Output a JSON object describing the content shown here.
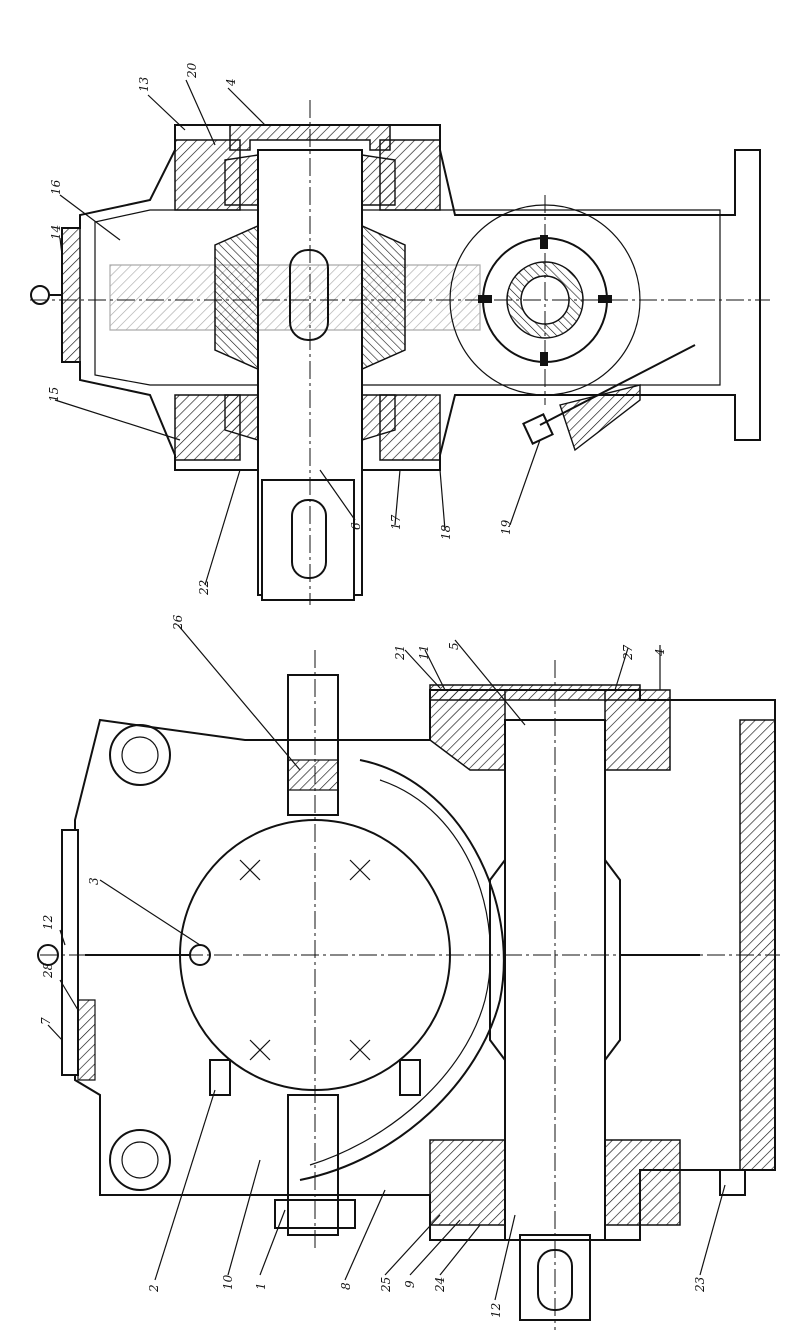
{
  "drawing": {
    "views": [
      {
        "id": "top-view",
        "label": ""
      },
      {
        "id": "bottom-view",
        "label": ""
      }
    ],
    "callouts_top": [
      "13",
      "20",
      "4",
      "16",
      "14",
      "15",
      "22",
      "6",
      "17",
      "18",
      "19"
    ],
    "callouts_bottom": [
      "2",
      "10",
      "1",
      "8",
      "25",
      "9",
      "24",
      "12",
      "23",
      "7",
      "28",
      "12",
      "3",
      "26",
      "21",
      "11",
      "5",
      "27",
      "4"
    ],
    "colors": {
      "ink": "#111111",
      "paper": "#ffffff"
    }
  }
}
